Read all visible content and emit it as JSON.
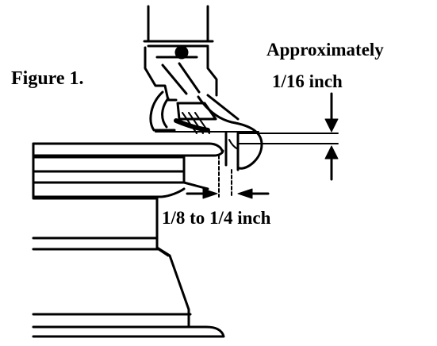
{
  "figure": {
    "label": "Figure 1.",
    "annotations": {
      "top_gap": "Approximately",
      "top_gap_value": "1/16 inch",
      "side_gap": "1/8 to 1/4 inch"
    },
    "colors": {
      "ink": "#000000",
      "background": "#ffffff"
    }
  }
}
